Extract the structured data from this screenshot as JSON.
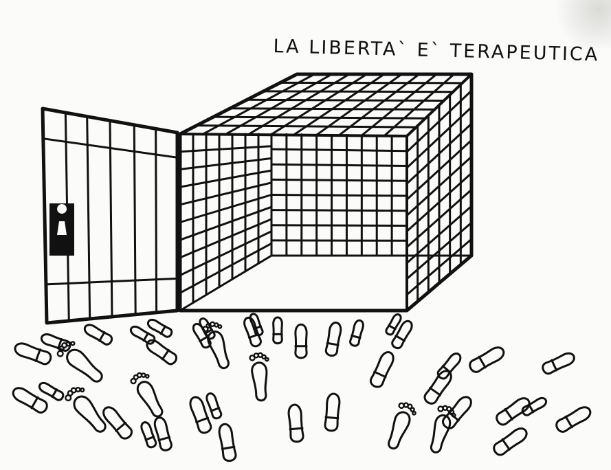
{
  "caption": "LA LIBERTA` E` TERAPEUTICA",
  "scene": {
    "door_icon": "open-barred-door",
    "lock_icon": "keyhole",
    "cage_icon": "empty-cage",
    "prints_icon": "footprints-and-shoeprints"
  },
  "colors": {
    "ink": "#111111",
    "paper": "#fbfbfa"
  }
}
